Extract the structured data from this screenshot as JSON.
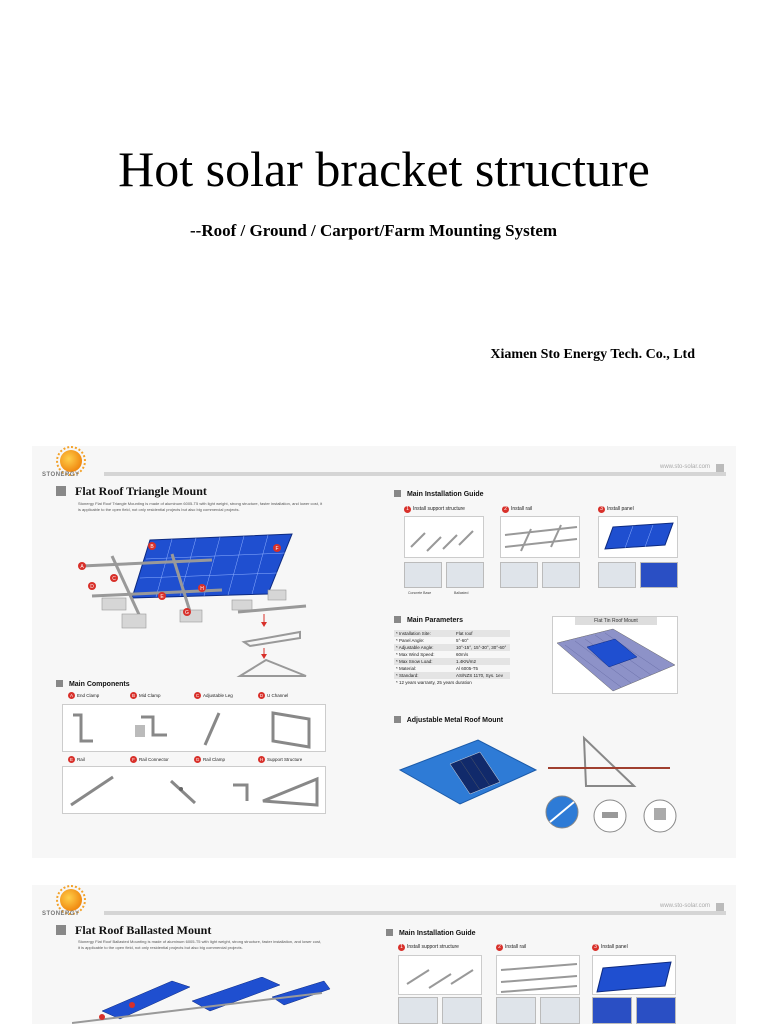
{
  "slide": {
    "title": "Hot solar bracket structure",
    "subtitle": "--Roof / Ground / Carport/Farm Mounting System",
    "company": "Xiamen Sto Energy Tech. Co., Ltd"
  },
  "brochure1": {
    "brand": "STONERGY",
    "site": "www.sto-solar.com",
    "title": "Flat Roof Triangle Mount",
    "description": "Stonergy Flat Roof Triangle Mounting is made of aluminum 6005-T5 with light weight, strong structure, faster installation, and lower cost, it is applicable to the open field, not only residential projects but also big commercial projects.",
    "guide": {
      "title": "Main Installation Guide",
      "steps": [
        {
          "num": "1",
          "label": "Install support structure"
        },
        {
          "num": "2",
          "label": "Install rail"
        },
        {
          "num": "3",
          "label": "Install panel"
        }
      ],
      "captions": [
        "Concrete Base",
        "Ballasted"
      ]
    },
    "params": {
      "title": "Main Parameters",
      "rows": [
        {
          "label": "* Installation Site:",
          "value": "Flat roof"
        },
        {
          "label": "* Panel Angle:",
          "value": "5°-60°"
        },
        {
          "label": "* Adjustable Angle:",
          "value": "10°-15°, 15°-30°, 30°-60°"
        },
        {
          "label": "* Max Wind Speed:",
          "value": "60m/s"
        },
        {
          "label": "* Max Snow Load:",
          "value": "1.4KN/m2"
        },
        {
          "label": "* Material:",
          "value": "Al 6005-T5"
        },
        {
          "label": "* Standard:",
          "value": "AS/NZS 1170, Sys. 1ev"
        },
        {
          "label": "* 12 years warranty, 25 years duration",
          "value": ""
        }
      ]
    },
    "tin_roof": "Flat Tin Roof Mount",
    "metal_roof": "Adjustable Metal Roof Mount",
    "components": {
      "title": "Main Components",
      "row1": [
        {
          "letter": "A",
          "label": "End Clamp"
        },
        {
          "letter": "B",
          "label": "Mid Clamp"
        },
        {
          "letter": "C",
          "label": "Adjustable Leg"
        },
        {
          "letter": "D",
          "label": "U Channel"
        }
      ],
      "row2": [
        {
          "letter": "E",
          "label": "Rail"
        },
        {
          "letter": "F",
          "label": "Rail Connector"
        },
        {
          "letter": "G",
          "label": "Rail Clamp"
        },
        {
          "letter": "H",
          "label": "Support Structure"
        }
      ]
    },
    "diagram_letters": [
      "A",
      "B",
      "C",
      "D",
      "E",
      "F",
      "G",
      "H"
    ]
  },
  "brochure2": {
    "brand": "STONERGY",
    "site": "www.sto-solar.com",
    "title": "Flat Roof Ballasted Mount",
    "description": "Stonergy Flat Roof Ballasted Mounting is made of aluminum 6005-T5 with light weight, strong structure, faster installation, and lower cost, it is applicable to the open field, not only residential projects but also big commercial projects.",
    "guide": {
      "title": "Main Installation Guide",
      "steps": [
        {
          "num": "1",
          "label": "Install support structure"
        },
        {
          "num": "2",
          "label": "Install rail"
        },
        {
          "num": "3",
          "label": "Install panel"
        }
      ]
    }
  },
  "colors": {
    "panel_blue": "#1f4fd0",
    "accent_red": "#d8302a",
    "sun_orange": "#f08a12"
  }
}
